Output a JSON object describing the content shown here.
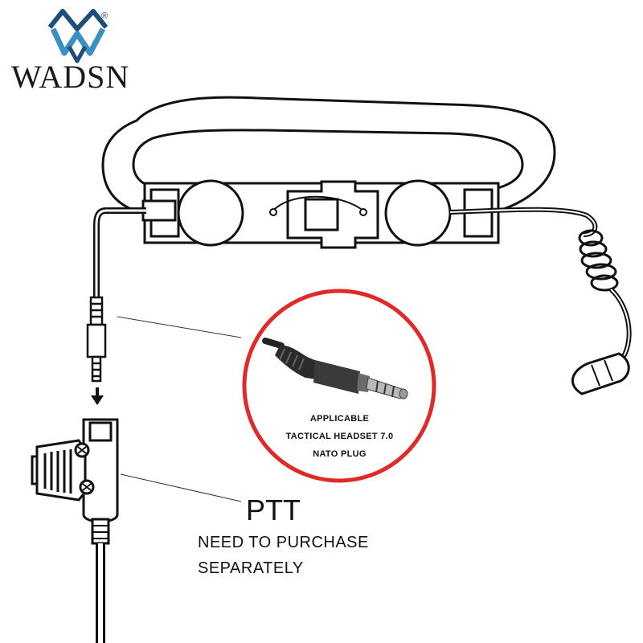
{
  "brand": {
    "name": "WADSN",
    "registered_mark": "®",
    "logo_icon": "wadsn-w-logo-icon",
    "logo_colors": [
      "#1f4e7a",
      "#3a8fc4"
    ]
  },
  "inset": {
    "line1": "APPLICABLE",
    "line2": "TACTICAL HEADSET 7.0",
    "line3": "NATO PLUG",
    "ring_color": "#e02a2a"
  },
  "ptt": {
    "title": "PTT",
    "note_line1": "NEED TO PURCHASE",
    "note_line2": "SEPARATELY"
  },
  "icons": {
    "arrow": "down-arrow-icon",
    "plug": "nato-plug-icon",
    "earpiece": "earpiece-tip-icon"
  }
}
